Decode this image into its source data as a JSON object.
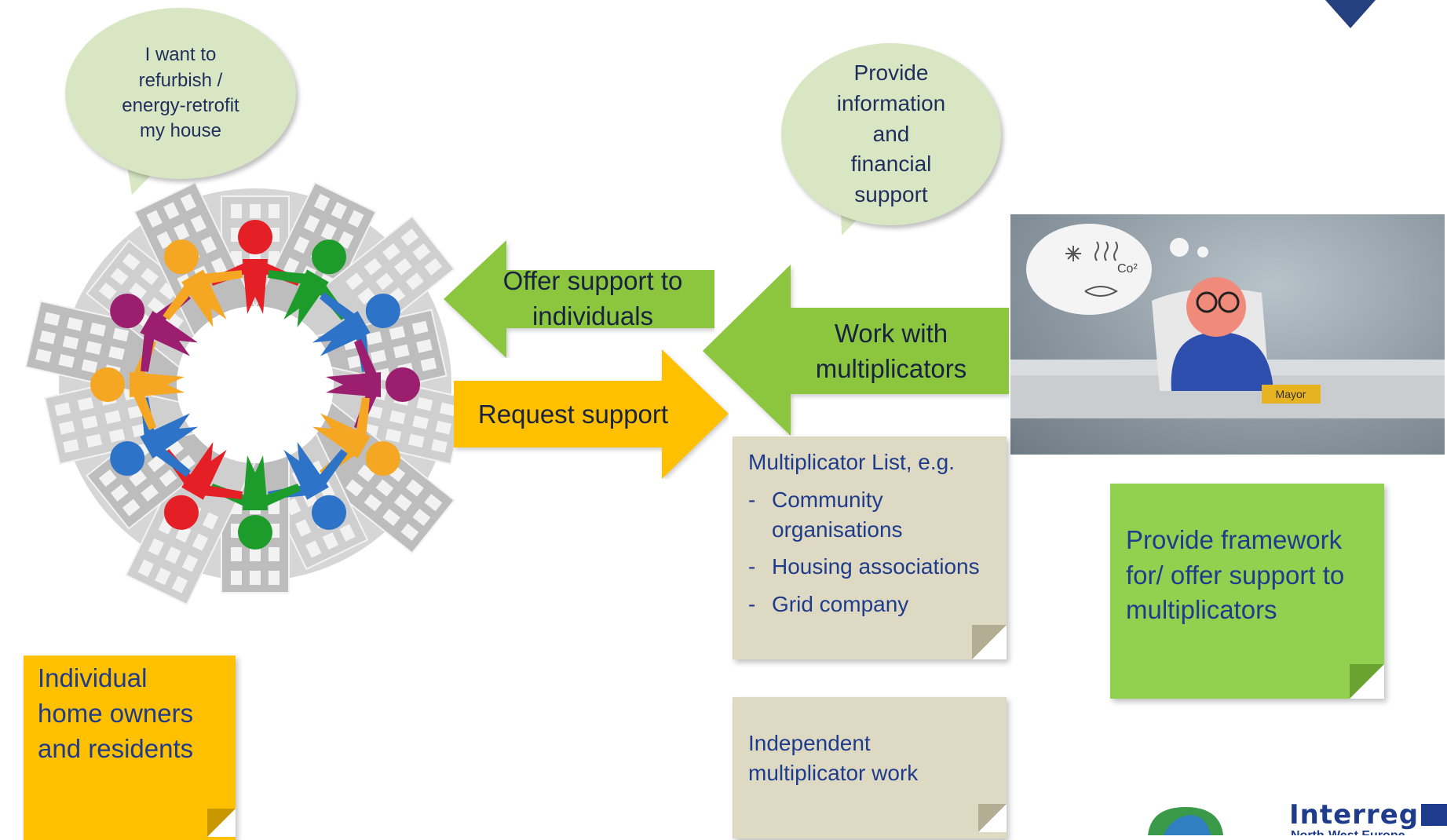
{
  "residents": {
    "thought": "I want to\nrefurbish /\nenergy-retrofit\nmy house",
    "label": "Individual\nhome owners\nand residents"
  },
  "mayor_thought": "Provide\ninformation\nand\nfinancial\nsupport",
  "arrows": {
    "offer_support": "Offer support to\nindividuals",
    "request_support": "Request support",
    "work_with": "Work with\nmultiplicators"
  },
  "multiplicator_list": {
    "title": "Multiplicator List, e.g.",
    "items": [
      {
        "marker": "-",
        "text": "Community\norganisations"
      },
      {
        "marker": "-",
        "text": "Housing associations"
      },
      {
        "marker": "-",
        "text": "Grid company"
      }
    ]
  },
  "independent_note": "Independent\nmultiplicator work",
  "framework_note": "Provide framework\nfor/ offer support to\nmultiplicators",
  "mayor_image": {
    "nameplate": "Mayor",
    "thought_symbol": "Co²"
  },
  "logos": {
    "interreg": "Interreg",
    "interreg_sub": "North-West Europe"
  },
  "colors": {
    "bubble": "#d9e6c4",
    "green_arrow": "#8cc63f",
    "yellow_arrow": "#ffc000",
    "note_beige": "#ddd9c3",
    "note_green": "#92d050",
    "note_yellow": "#ffc000",
    "text_navy": "#1f3c8c"
  }
}
